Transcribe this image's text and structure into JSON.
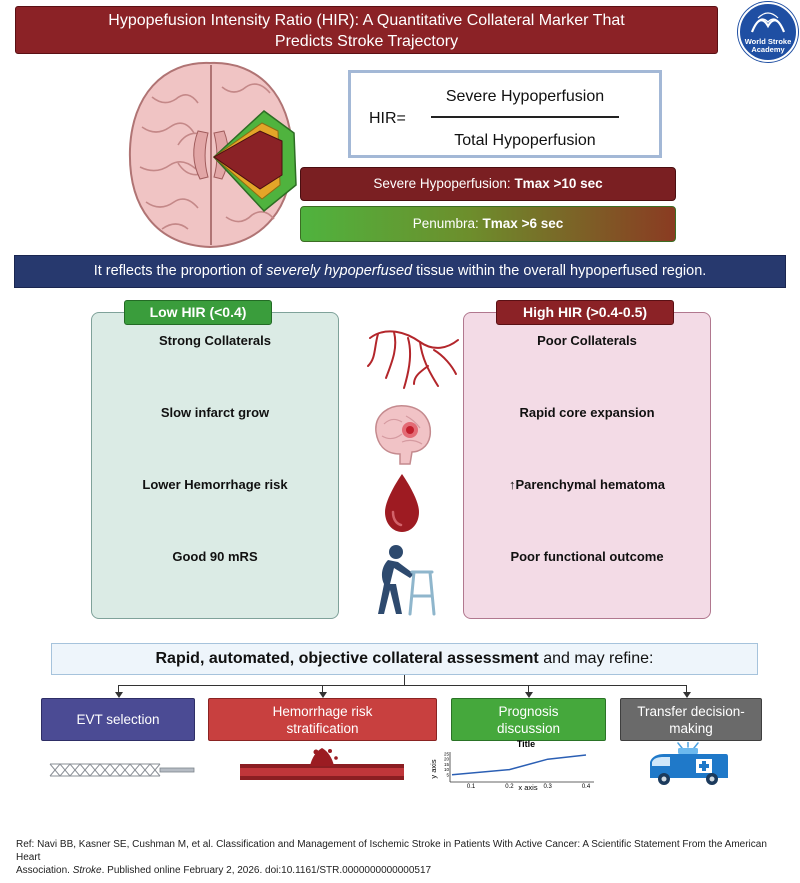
{
  "header": {
    "title_line1": "Hypopefusion Intensity Ratio (HIR): A Quantitative Collateral Marker That",
    "title_line2": "Predicts Stroke Trajectory",
    "logo_line1": "World Stroke",
    "logo_line2": "Academy"
  },
  "formula": {
    "label": "HIR=",
    "numerator": "Severe Hypoperfusion",
    "denominator": "Total Hypoperfusion"
  },
  "thresholds": {
    "severe_label": "Severe Hypoperfusion: ",
    "severe_value": "Tmax >10 sec",
    "penumbra_label": "Penumbra: ",
    "penumbra_value": "Tmax >6 sec"
  },
  "banner": {
    "pre": "It reflects the proportion of ",
    "emph": "severely hypoperfused",
    "post": " tissue within the overall hypoperfused region."
  },
  "low_panel": {
    "tag": "Low HIR (<0.4)",
    "items": [
      "Strong Collaterals",
      "Slow infarct grow",
      "Lower Hemorrhage risk",
      "Good 90 mRS"
    ]
  },
  "high_panel": {
    "tag": "High HIR (>0.4-0.5)",
    "items": [
      "Poor Collaterals",
      "Rapid core expansion",
      "Parenchymal hematoma",
      "Poor functional outcome"
    ],
    "arrow": "↑"
  },
  "assessment": {
    "bold": "Rapid, automated, objective collateral assessment",
    "rest": " and may refine:"
  },
  "applications": {
    "evt": "EVT selection",
    "hemorrhage_line1": "Hemorrhage risk",
    "hemorrhage_line2": "stratification",
    "prognosis_line1": "Prognosis",
    "prognosis_line2": "discussion",
    "transfer_line1": "Transfer decision-",
    "transfer_line2": "making"
  },
  "chart_data": {
    "type": "line",
    "title": "Title",
    "xlabel": "x axis",
    "ylabel": "y axis",
    "x_ticks": [
      "0.1",
      "0.2",
      "0.3",
      "0.4"
    ],
    "y_ticks": [
      "5",
      "10",
      "15",
      "20",
      "25"
    ],
    "x": [
      0.05,
      0.2,
      0.3,
      0.4
    ],
    "y": [
      5,
      10,
      20,
      24
    ],
    "ylim": [
      0,
      25
    ],
    "xlim": [
      0.05,
      0.4
    ],
    "line_color": "#2b5fb4"
  },
  "reference": {
    "line1": "Ref: Navi BB, Kasner SE, Cushman M, et al. Classification and Management of Ischemic Stroke in Patients With Active Cancer: A Scientific Statement From the American Heart",
    "line2_pre": "Association. ",
    "line2_journal": "Stroke",
    "line2_post": ". Published online February 2, 2026. doi:10.1161/STR.0000000000000517"
  },
  "colors": {
    "dark_red": "#8b2226",
    "navy": "#27396e",
    "green": "#3a9d3c",
    "evt_purple": "#4b4b94",
    "hemorrhage_red": "#c8403f",
    "transfer_gray": "#6a6a6a"
  }
}
